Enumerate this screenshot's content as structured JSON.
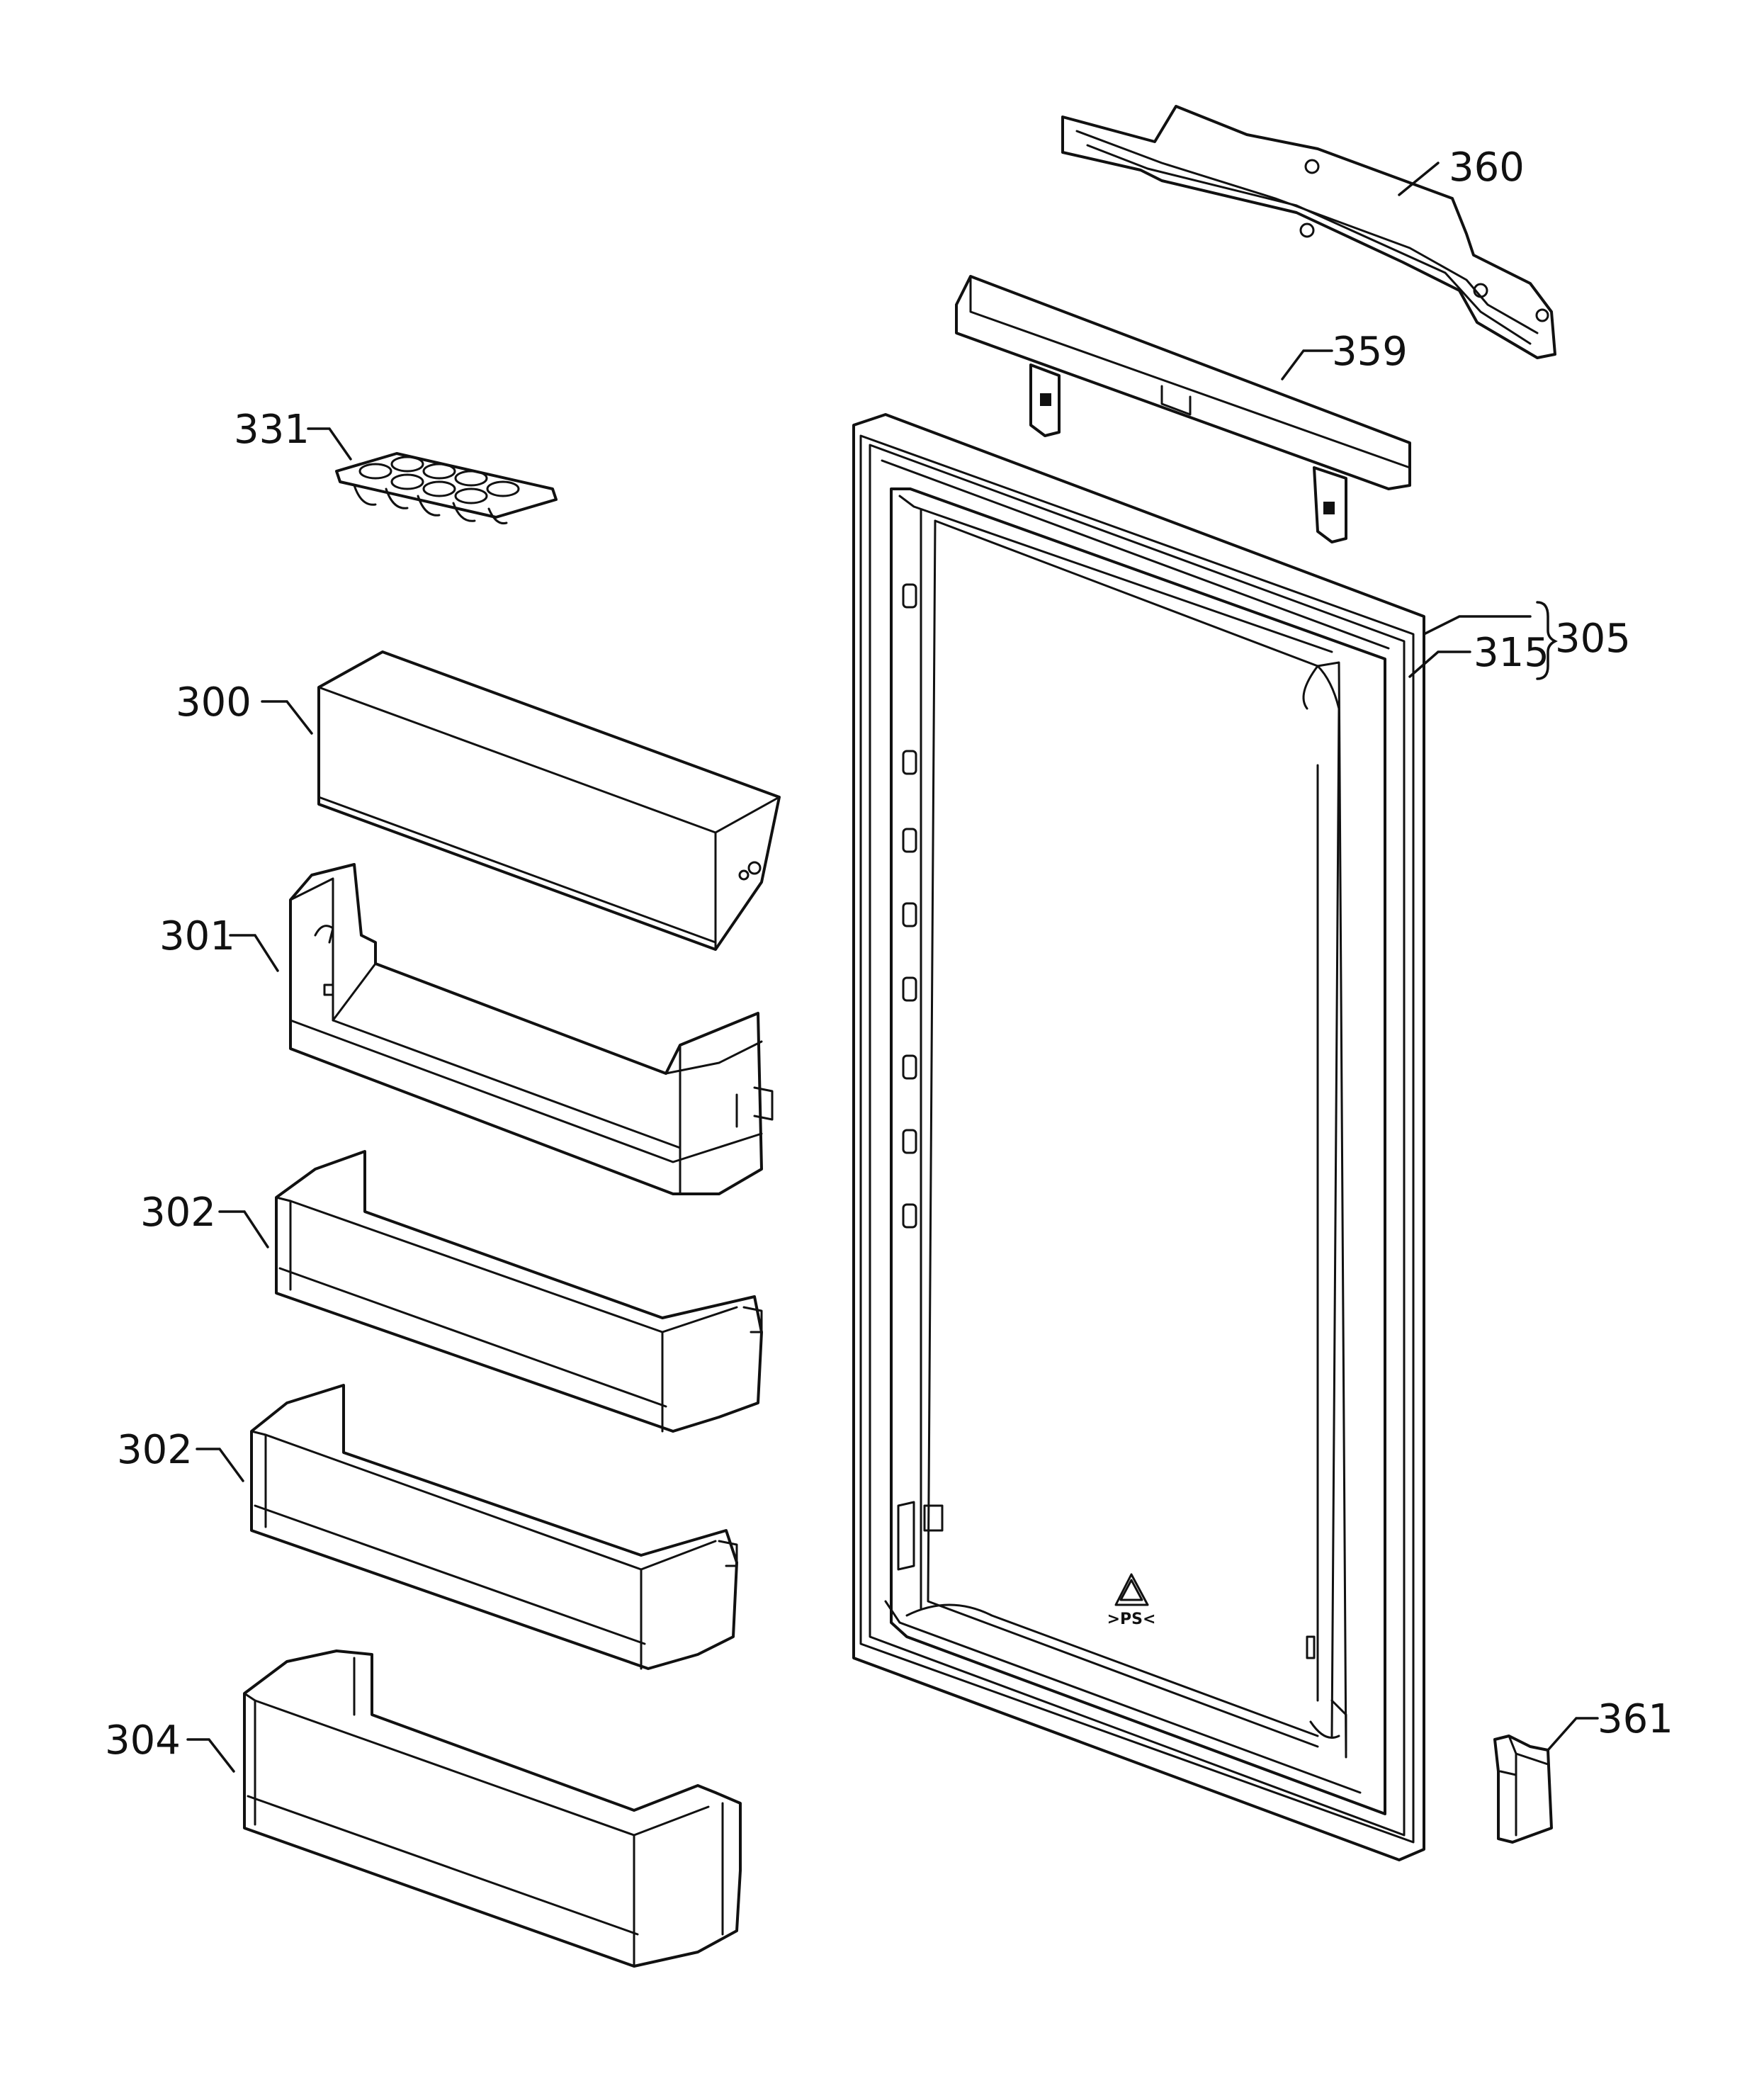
{
  "diagram": {
    "callouts": {
      "p360": "360",
      "p359": "359",
      "p331": "331",
      "p305": "305",
      "p315": "315",
      "p300": "300",
      "p301": "301",
      "p302a": "302",
      "p302b": "302",
      "p304": "304",
      "p361": "361"
    },
    "recycle_mark": ">PS<"
  }
}
